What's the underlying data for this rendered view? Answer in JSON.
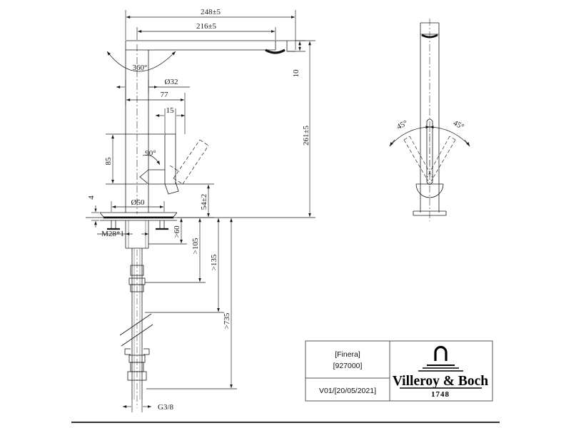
{
  "document": {
    "type": "technical-drawing",
    "subject": "single-lever kitchen mixer tap",
    "views": [
      "side-elevation",
      "front-elevation"
    ],
    "line_color": "#1a1a1a",
    "background_color": "#ffffff"
  },
  "dimensions": {
    "spout_total_reach": "248±5",
    "spout_inner_reach": "216±5",
    "spout_outlet_height": "10",
    "overall_height": "261±5",
    "swivel_full": "360°",
    "body_diameter": "Ø32",
    "handle_offset": "77",
    "handle_width": "15",
    "handle_height": "85",
    "handle_travel": "90°",
    "base_diameter": "Ø50",
    "base_plate_thickness": "4",
    "lever_clearance": "54±2",
    "thread": "M28*1",
    "counter_thickness_min": ">60",
    "shank_min": ">105",
    "fixing_min": ">135",
    "hose_length_min": ">735",
    "connection_thread": "G3/8",
    "swivel_left": "45°",
    "swivel_right": "45°"
  },
  "title_block": {
    "product_name": "[Finera]",
    "article_number": "[927000]",
    "revision": "V01/[20/05/2021]",
    "brand": "Villeroy & Boch",
    "brand_year": "1748",
    "logo_name": "villeroy-boch-fountain-mark"
  }
}
